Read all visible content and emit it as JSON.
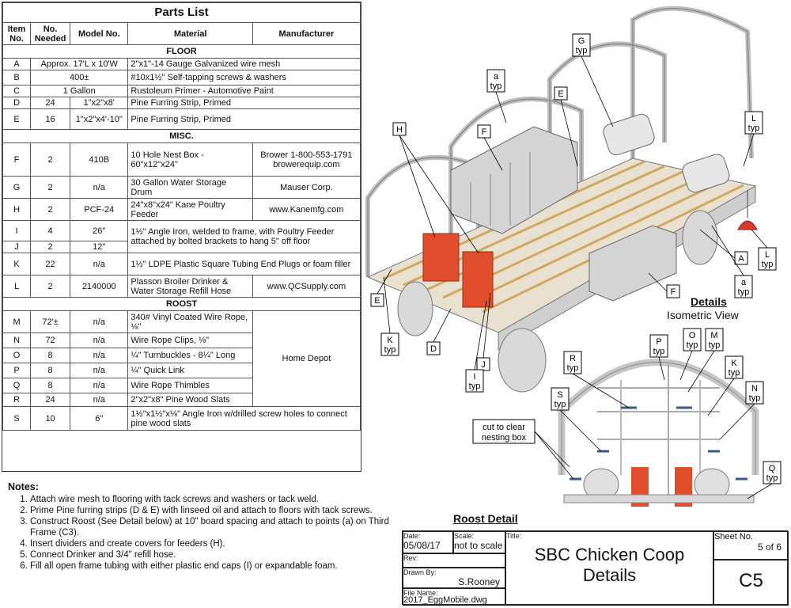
{
  "parts_list": {
    "title": "Parts List",
    "headers": [
      "Item No.",
      "No. Needed",
      "Model No.",
      "Material",
      "Manufacturer"
    ],
    "sections": {
      "floor": "FLOOR",
      "misc": "MISC.",
      "roost": "ROOST"
    },
    "rows": {
      "A": {
        "item": "A",
        "qty_model": "Approx. 17'L x 10'W",
        "material": "2\"x1\"-14 Gauge Galvanized wire mesh"
      },
      "B": {
        "item": "B",
        "qty_model": "400±",
        "material": "#10x1½\" Self-tapping screws & washers"
      },
      "C": {
        "item": "C",
        "qty_model": "1 Gallon",
        "material": "Rustoleum Primer - Automotive Paint"
      },
      "D": {
        "item": "D",
        "qty": "24",
        "model": "1\"x2\"x8'",
        "material": "Pine Furring Strip, Primed"
      },
      "E": {
        "item": "E",
        "qty": "16",
        "model": "1\"x2\"x4'-10\"",
        "material": "Pine Furring Strip, Primed"
      },
      "F": {
        "item": "F",
        "qty": "2",
        "model": "410B",
        "material": "10 Hole Nest Box - 60\"x12\"x24\"",
        "manufacturer": "Brower 1-800-553-1791 browerequip.com"
      },
      "G": {
        "item": "G",
        "qty": "2",
        "model": "n/a",
        "material": "30 Gallon Water Storage Drum",
        "manufacturer": "Mauser Corp."
      },
      "H": {
        "item": "H",
        "qty": "2",
        "model": "PCF-24",
        "material": "24\"x8\"x24\" Kane Poultry Feeder",
        "manufacturer": "www.Kanemfg.com"
      },
      "I": {
        "item": "I",
        "qty": "4",
        "model": "26\""
      },
      "IJ_material": "1½\" Angle Iron, welded to frame, with Poultry Feeder attached by bolted brackets to hang 5\" off floor",
      "J": {
        "item": "J",
        "qty": "2",
        "model": "12\""
      },
      "K": {
        "item": "K",
        "qty": "22",
        "model": "n/a",
        "material": "1½\" LDPE Plastic Square Tubing End Plugs or foam filler"
      },
      "L": {
        "item": "L",
        "qty": "2",
        "model": "2140000",
        "material": "Plasson Broiler Drinker & Water Storage Refill Hose",
        "manufacturer": "www.QCSupply.com"
      },
      "M": {
        "item": "M",
        "qty": "72'±",
        "model": "n/a",
        "material": "340# Vinyl Coated Wire Rope, ⅛\""
      },
      "N": {
        "item": "N",
        "qty": "72",
        "model": "n/a",
        "material": "Wire Rope Clips, ⅛\""
      },
      "O": {
        "item": "O",
        "qty": "8",
        "model": "n/a",
        "material": "¼\" Turnbuckles - 8¼\" Long"
      },
      "P": {
        "item": "P",
        "qty": "8",
        "model": "n/a",
        "material": "¼\" Quick Link"
      },
      "Q": {
        "item": "Q",
        "qty": "8",
        "model": "n/a",
        "material": "Wire Rope Thimbles"
      },
      "R": {
        "item": "R",
        "qty": "24",
        "model": "n/a",
        "material": "2\"x2\"x8\" Pine Wood Slats"
      },
      "S": {
        "item": "S",
        "qty": "10",
        "model": "6\"",
        "material": "1½\"x1½\"x⅛\" Angle Iron w/drilled screw holes to connect pine wood slats"
      },
      "roost_manufacturer": "Home Depot"
    }
  },
  "notes": {
    "heading": "Notes:",
    "items": [
      "Attach wire mesh to flooring with tack screws and washers or tack weld.",
      "Prime Pine furring strips (D & E) with linseed oil and attach to floors with tack screws.",
      "Construct Roost (See Detail below) at 10\" board spacing and attach to points (a) on Third Frame (C3).",
      "Insert dividers and create covers for feeders (H).",
      "Connect Drinker and 3/4\" refill hose.",
      "Fill all open frame tubing with either plastic end caps (I) or expandable foam."
    ]
  },
  "drawing": {
    "details_title": "Details",
    "isometric_view": "Isometric View",
    "roost_detail": "Roost Detail",
    "cut_note": "cut to clear nesting box",
    "callouts": {
      "a1": "a\ntyp",
      "G": "G\ntyp",
      "E1": "E",
      "H": "H",
      "F1": "F",
      "L1": "L\ntyp",
      "L2": "L\ntyp",
      "A": "A",
      "a2": "a\ntyp",
      "E2": "E",
      "K": "K\ntyp",
      "D": "D",
      "J": "J",
      "I": "I\ntyp",
      "F2": "F",
      "P": "P\ntyp",
      "O": "O\ntyp",
      "M": "M\ntyp",
      "R": "R\ntyp",
      "K2": "K\ntyp",
      "N": "N\ntyp",
      "S": "S\ntyp",
      "Q": "Q\ntyp"
    }
  },
  "title_block": {
    "date_label": "Date:",
    "date": "05/08/17",
    "scale_label": "Scale:",
    "scale": "not to scale",
    "rev_label": "Rev:",
    "title_label": "Title:",
    "title_line1": "SBC Chicken Coop",
    "title_line2": "Details",
    "drawn_label": "Drawn By:",
    "drawn_by": "S.Rooney",
    "file_label": "File Name:",
    "file_name": "2017_EggMobile.dwg",
    "sheet_label": "Sheet No.",
    "sheet": "5 of 6",
    "sheet_code": "C5"
  },
  "colors": {
    "feeder": "#e04e2b",
    "wood": "#d8b77a",
    "frame": "#c9c9c9",
    "drum": "#e6e6e6",
    "lamp": "#d6392a"
  }
}
